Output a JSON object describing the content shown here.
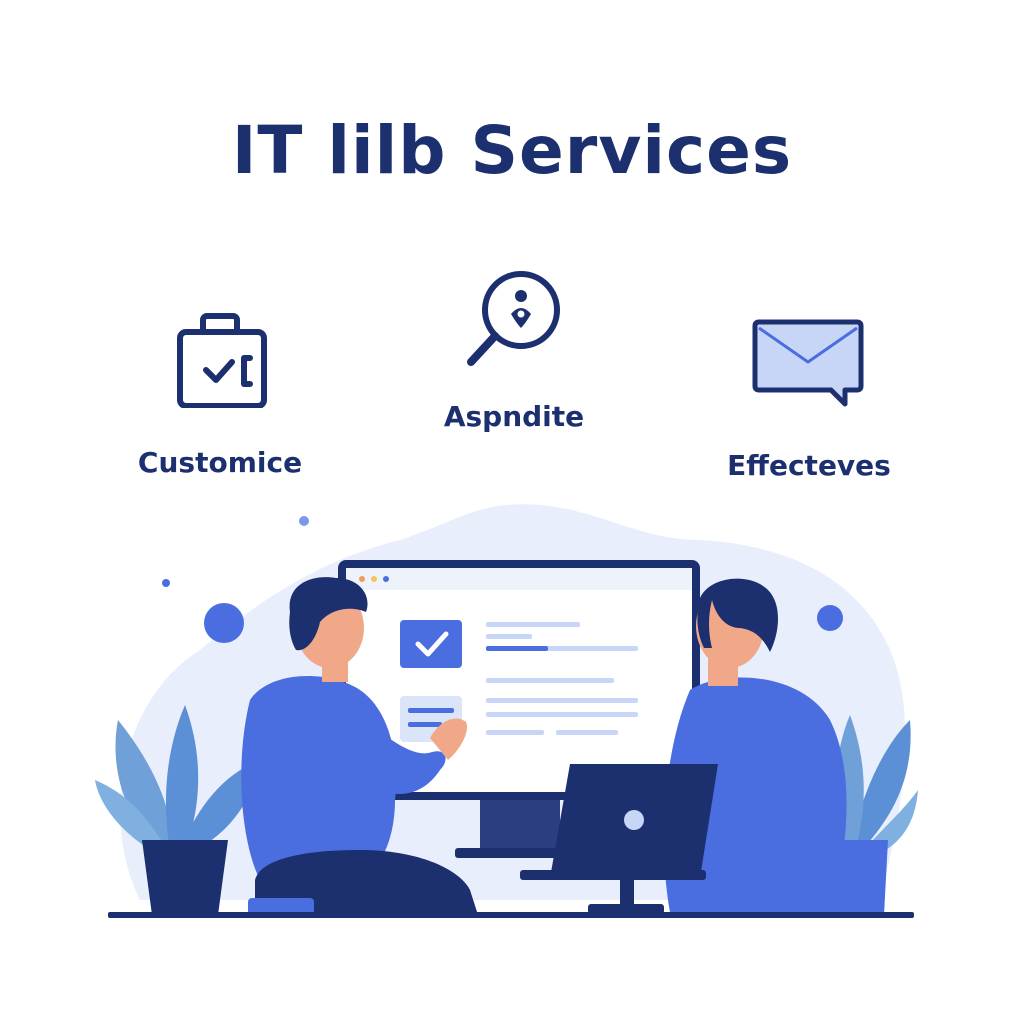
{
  "header": {
    "title": "IT lilb Services"
  },
  "features": [
    {
      "label": "Customice",
      "icon": "briefcase-check-icon"
    },
    {
      "label": "Aspndite",
      "icon": "search-icon"
    },
    {
      "label": "Effecteves",
      "icon": "envelope-chat-icon"
    }
  ],
  "colors": {
    "navy": "#1c2f6e",
    "primary_blue": "#4a6ee0",
    "light_blue": "#e8eefb",
    "plant_blue": "#5b8fd6"
  }
}
